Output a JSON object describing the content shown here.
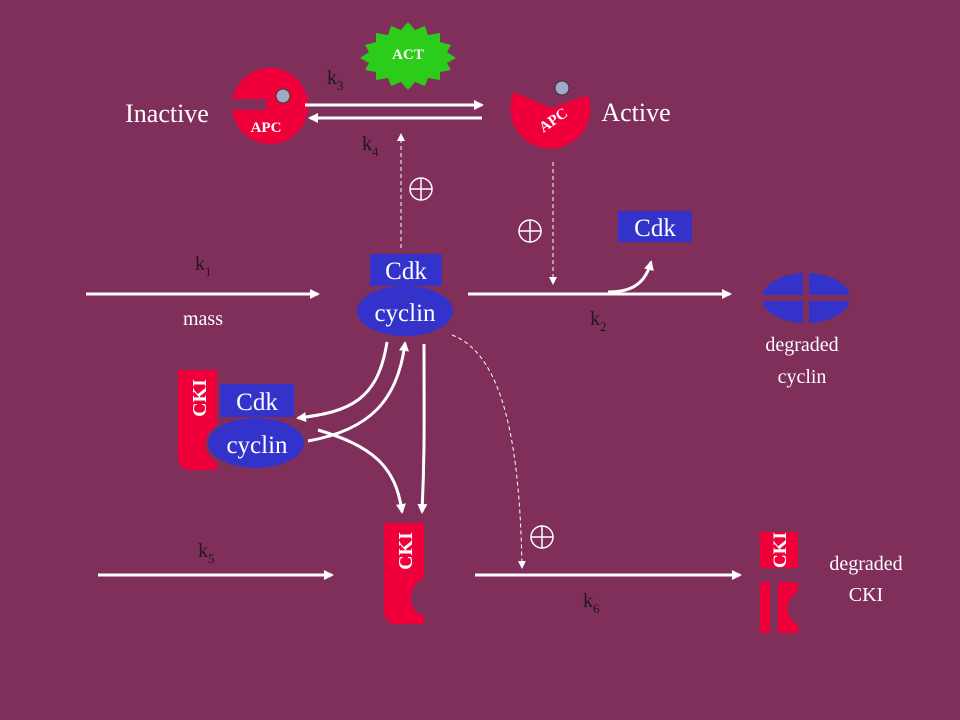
{
  "labels": {
    "act": "ACT",
    "inactive": "Inactive",
    "active": "Active",
    "apc": "APC",
    "cdk": "Cdk",
    "cyclin": "cyclin",
    "cki": "CKI",
    "mass": "mass",
    "degraded_cyclin_1": "degraded",
    "degraded_cyclin_2": "cyclin",
    "degraded_cki_1": "degraded",
    "degraded_cki_2": "CKI"
  },
  "rates": {
    "k1": {
      "k": "k",
      "sub": "1"
    },
    "k2": {
      "k": "k",
      "sub": "2"
    },
    "k3": {
      "k": "k",
      "sub": "3"
    },
    "k4": {
      "k": "k",
      "sub": "4"
    },
    "k5": {
      "k": "k",
      "sub": "5"
    },
    "k6": {
      "k": "k",
      "sub": "6"
    }
  },
  "colors": {
    "background": "#7f2f5a",
    "apc_red": "#f0003a",
    "cdk_blue": "#3333cc",
    "act_green": "#2ecc1a",
    "arrow": "#ffffff",
    "text_light": "#ffffff",
    "text_dark": "#1a1a1a"
  }
}
